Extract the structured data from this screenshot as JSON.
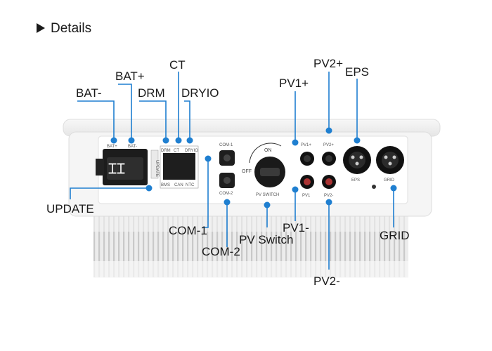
{
  "heading": "Details",
  "callouts": {
    "bat_minus": "BAT-",
    "bat_plus": "BAT+",
    "drm": "DRM",
    "ct": "CT",
    "dryio": "DRYIO",
    "pv1_plus": "PV1+",
    "pv2_plus": "PV2+",
    "eps": "EPS",
    "update": "UPDATE",
    "com1": "COM-1",
    "com2": "COM-2",
    "pv_switch": "PV Switch",
    "pv1_minus": "PV1-",
    "grid": "GRID",
    "pv2_minus": "PV2-"
  },
  "panel_marks": {
    "bat_plus": "BAT+",
    "bat_minus": "BAT-",
    "update": "UPDATE",
    "drm": "DRM",
    "ct": "CT",
    "dryio": "DRYIO",
    "bms": "BMS",
    "can": "CAN",
    "ntc": "NTC",
    "com1": "COM-1",
    "com2": "COM-2",
    "on": "ON",
    "off": "OFF",
    "pv_switch": "PV   SWITCH",
    "pv1_plus": "PV1+",
    "pv2_plus": "PV2+",
    "pv1": "PV1",
    "pv2": "PV2-",
    "eps": "EPS",
    "grid": "GRID"
  },
  "colors": {
    "accent": "#1f7fd0",
    "text": "#1a1a1a"
  }
}
